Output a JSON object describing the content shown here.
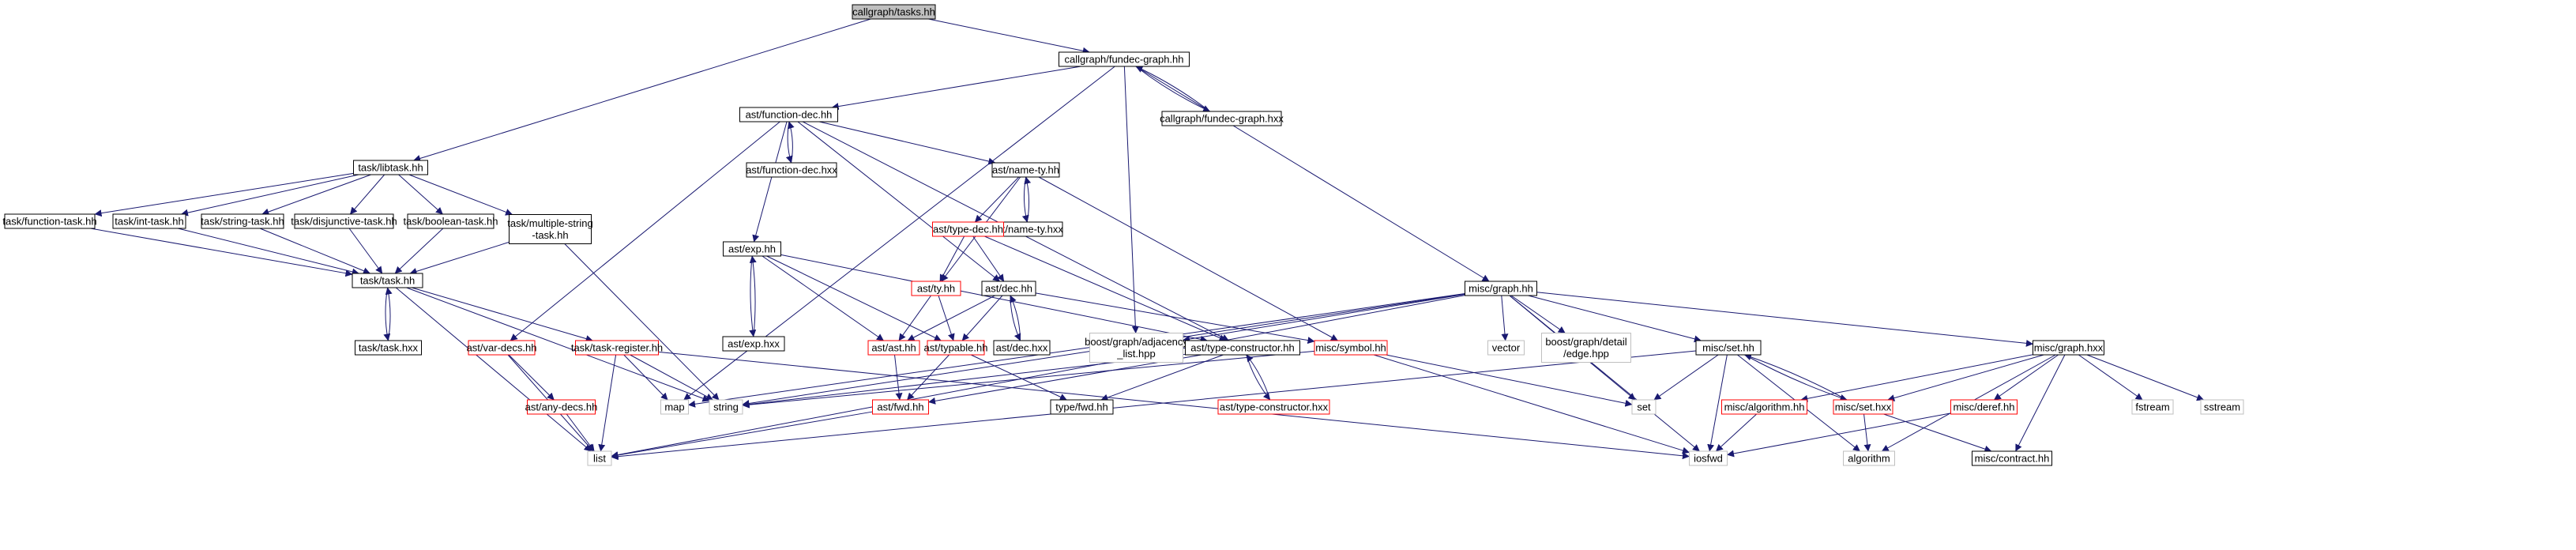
{
  "graph": {
    "colors": {
      "background": "#ffffff",
      "edge": "#191970",
      "normal_border": "#000000",
      "missing_border": "#bfbfbf",
      "error_border": "#ff0000",
      "root_fill": "#bfbfbf",
      "node_fill": "#ffffff",
      "text": "#000000"
    },
    "nodes": [
      {
        "id": "n1",
        "label": "callgraph/tasks.hh",
        "style": "root"
      },
      {
        "id": "n2",
        "label": "task/libtask.hh",
        "style": "normal"
      },
      {
        "id": "n3",
        "label": "callgraph/fundec-graph.hh",
        "style": "normal"
      },
      {
        "id": "n4",
        "label": "task/function-task.hh",
        "style": "normal"
      },
      {
        "id": "n5",
        "label": "task/int-task.hh",
        "style": "normal"
      },
      {
        "id": "n6",
        "label": "task/string-task.hh",
        "style": "normal"
      },
      {
        "id": "n7",
        "label": "task/disjunctive-task.hh",
        "style": "normal"
      },
      {
        "id": "n8",
        "label": "task/boolean-task.hh",
        "style": "normal"
      },
      {
        "id": "n9",
        "label": "task/multiple-string\n-task.hh",
        "style": "normal"
      },
      {
        "id": "n10",
        "label": "task/task.hh",
        "style": "normal"
      },
      {
        "id": "n11",
        "label": "task/task.hxx",
        "style": "normal"
      },
      {
        "id": "n12",
        "label": "ast/var-decs.hh",
        "style": "error"
      },
      {
        "id": "n13",
        "label": "task/task-register.hh",
        "style": "error"
      },
      {
        "id": "n14",
        "label": "ast/any-decs.hh",
        "style": "error"
      },
      {
        "id": "n15",
        "label": "map",
        "style": "missing"
      },
      {
        "id": "n16",
        "label": "string",
        "style": "missing"
      },
      {
        "id": "n17",
        "label": "list",
        "style": "missing"
      },
      {
        "id": "n18",
        "label": "ast/function-dec.hh",
        "style": "normal"
      },
      {
        "id": "n19",
        "label": "ast/function-dec.hxx",
        "style": "normal"
      },
      {
        "id": "n20",
        "label": "ast/name-ty.hh",
        "style": "normal"
      },
      {
        "id": "n21",
        "label": "ast/name-ty.hxx",
        "style": "normal"
      },
      {
        "id": "n22",
        "label": "ast/type-dec.hh",
        "style": "error"
      },
      {
        "id": "n23",
        "label": "ast/ty.hh",
        "style": "error"
      },
      {
        "id": "n24",
        "label": "ast/dec.hh",
        "style": "normal"
      },
      {
        "id": "n25",
        "label": "ast/exp.hh",
        "style": "normal"
      },
      {
        "id": "n26",
        "label": "ast/exp.hxx",
        "style": "normal"
      },
      {
        "id": "n27",
        "label": "ast/ast.hh",
        "style": "error"
      },
      {
        "id": "n28",
        "label": "ast/typable.hh",
        "style": "error"
      },
      {
        "id": "n29",
        "label": "ast/dec.hxx",
        "style": "normal"
      },
      {
        "id": "n30",
        "label": "ast/fwd.hh",
        "style": "error"
      },
      {
        "id": "n31",
        "label": "type/fwd.hh",
        "style": "normal"
      },
      {
        "id": "n32",
        "label": "boost/graph/adjacency\n_list.hpp",
        "style": "missing"
      },
      {
        "id": "n33",
        "label": "ast/type-constructor.hh",
        "style": "normal"
      },
      {
        "id": "n34",
        "label": "ast/type-constructor.hxx",
        "style": "error"
      },
      {
        "id": "n35",
        "label": "misc/symbol.hh",
        "style": "error"
      },
      {
        "id": "n36",
        "label": "callgraph/fundec-graph.hxx",
        "style": "normal"
      },
      {
        "id": "n37",
        "label": "misc/graph.hh",
        "style": "normal"
      },
      {
        "id": "n38",
        "label": "vector",
        "style": "missing"
      },
      {
        "id": "n39",
        "label": "boost/graph/detail\n/edge.hpp",
        "style": "missing"
      },
      {
        "id": "n40",
        "label": "misc/set.hh",
        "style": "normal"
      },
      {
        "id": "n41",
        "label": "set",
        "style": "missing"
      },
      {
        "id": "n42",
        "label": "misc/set.hxx",
        "style": "error"
      },
      {
        "id": "n43",
        "label": "misc/algorithm.hh",
        "style": "error"
      },
      {
        "id": "n44",
        "label": "iosfwd",
        "style": "missing"
      },
      {
        "id": "n45",
        "label": "algorithm",
        "style": "missing"
      },
      {
        "id": "n46",
        "label": "misc/contract.hh",
        "style": "normal"
      },
      {
        "id": "n47",
        "label": "misc/graph.hxx",
        "style": "normal"
      },
      {
        "id": "n48",
        "label": "misc/deref.hh",
        "style": "error"
      },
      {
        "id": "n49",
        "label": "fstream",
        "style": "missing"
      },
      {
        "id": "n50",
        "label": "sstream",
        "style": "missing"
      }
    ],
    "edges": [
      [
        "n1",
        "n2"
      ],
      [
        "n1",
        "n3"
      ],
      [
        "n2",
        "n4"
      ],
      [
        "n2",
        "n5"
      ],
      [
        "n2",
        "n6"
      ],
      [
        "n2",
        "n7"
      ],
      [
        "n2",
        "n8"
      ],
      [
        "n2",
        "n9"
      ],
      [
        "n4",
        "n10"
      ],
      [
        "n5",
        "n10"
      ],
      [
        "n6",
        "n10"
      ],
      [
        "n7",
        "n10"
      ],
      [
        "n8",
        "n10"
      ],
      [
        "n9",
        "n10"
      ],
      [
        "n9",
        "n16"
      ],
      [
        "n10",
        "n11"
      ],
      [
        "n11",
        "n10"
      ],
      [
        "n10",
        "n13"
      ],
      [
        "n10",
        "n16"
      ],
      [
        "n10",
        "n17"
      ],
      [
        "n13",
        "n15"
      ],
      [
        "n13",
        "n16"
      ],
      [
        "n13",
        "n17"
      ],
      [
        "n13",
        "n44"
      ],
      [
        "n12",
        "n14"
      ],
      [
        "n12",
        "n17"
      ],
      [
        "n14",
        "n17"
      ],
      [
        "n3",
        "n18"
      ],
      [
        "n3",
        "n32"
      ],
      [
        "n3",
        "n15"
      ],
      [
        "n3",
        "n36"
      ],
      [
        "n36",
        "n3"
      ],
      [
        "n3",
        "n37"
      ],
      [
        "n18",
        "n19"
      ],
      [
        "n19",
        "n18"
      ],
      [
        "n18",
        "n20"
      ],
      [
        "n18",
        "n25"
      ],
      [
        "n18",
        "n12"
      ],
      [
        "n18",
        "n24"
      ],
      [
        "n18",
        "n33"
      ],
      [
        "n20",
        "n21"
      ],
      [
        "n21",
        "n20"
      ],
      [
        "n20",
        "n22"
      ],
      [
        "n20",
        "n23"
      ],
      [
        "n20",
        "n35"
      ],
      [
        "n22",
        "n23"
      ],
      [
        "n22",
        "n24"
      ],
      [
        "n22",
        "n33"
      ],
      [
        "n23",
        "n27"
      ],
      [
        "n23",
        "n28"
      ],
      [
        "n24",
        "n27"
      ],
      [
        "n24",
        "n28"
      ],
      [
        "n24",
        "n29"
      ],
      [
        "n29",
        "n24"
      ],
      [
        "n24",
        "n35"
      ],
      [
        "n25",
        "n26"
      ],
      [
        "n26",
        "n25"
      ],
      [
        "n25",
        "n27"
      ],
      [
        "n25",
        "n28"
      ],
      [
        "n25",
        "n33"
      ],
      [
        "n27",
        "n30"
      ],
      [
        "n28",
        "n30"
      ],
      [
        "n28",
        "n31"
      ],
      [
        "n30",
        "n17"
      ],
      [
        "n33",
        "n30"
      ],
      [
        "n33",
        "n31"
      ],
      [
        "n33",
        "n34"
      ],
      [
        "n34",
        "n33"
      ],
      [
        "n33",
        "n16"
      ],
      [
        "n35",
        "n16"
      ],
      [
        "n35",
        "n41"
      ],
      [
        "n35",
        "n44"
      ],
      [
        "n37",
        "n32"
      ],
      [
        "n37",
        "n38"
      ],
      [
        "n37",
        "n39"
      ],
      [
        "n37",
        "n40"
      ],
      [
        "n37",
        "n47"
      ],
      [
        "n37",
        "n41"
      ],
      [
        "n37",
        "n44"
      ],
      [
        "n37",
        "n17"
      ],
      [
        "n37",
        "n15"
      ],
      [
        "n37",
        "n16"
      ],
      [
        "n40",
        "n41"
      ],
      [
        "n40",
        "n42"
      ],
      [
        "n42",
        "n40"
      ],
      [
        "n40",
        "n44"
      ],
      [
        "n40",
        "n45"
      ],
      [
        "n40",
        "n17"
      ],
      [
        "n42",
        "n45"
      ],
      [
        "n42",
        "n46"
      ],
      [
        "n43",
        "n44"
      ],
      [
        "n48",
        "n44"
      ],
      [
        "n47",
        "n43"
      ],
      [
        "n47",
        "n42"
      ],
      [
        "n47",
        "n48"
      ],
      [
        "n47",
        "n49"
      ],
      [
        "n47",
        "n50"
      ],
      [
        "n47",
        "n45"
      ],
      [
        "n47",
        "n46"
      ]
    ]
  }
}
